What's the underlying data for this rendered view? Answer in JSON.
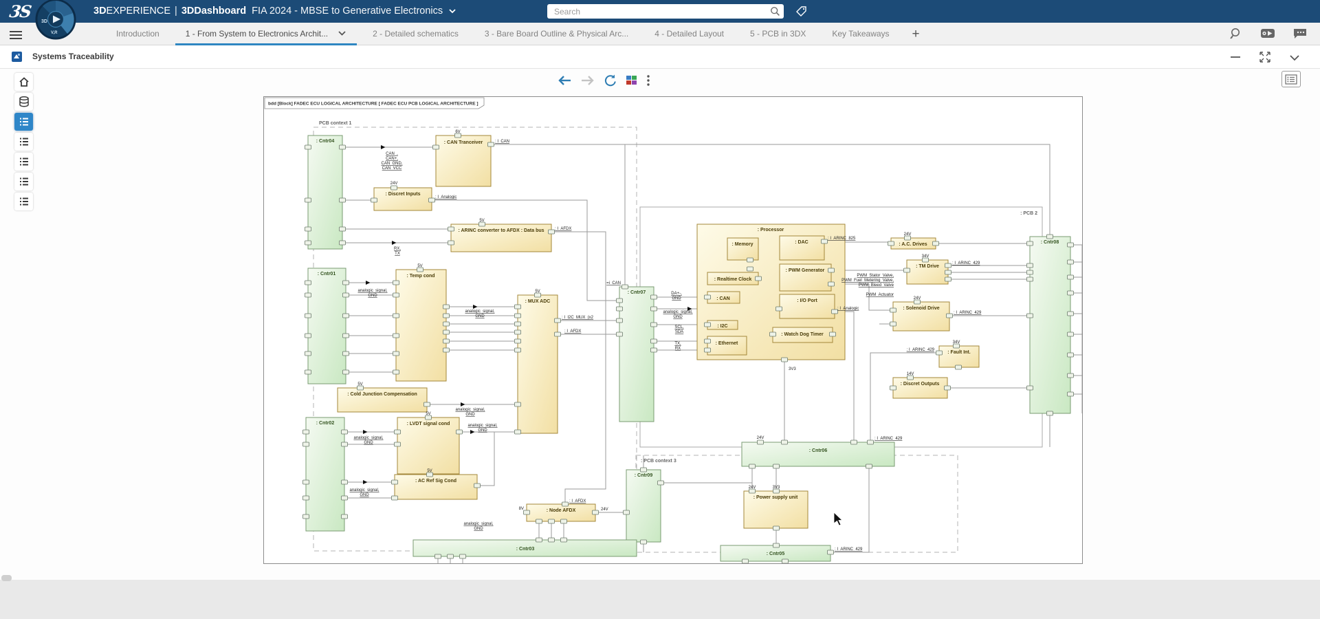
{
  "topbar": {
    "brand_prefix": "3D",
    "brand_suffix": "EXPERIENCE",
    "separator": "|",
    "app_name": "3DDashboard",
    "dashboard_title": "FIA 2024 - MBSE to Generative Electronics",
    "search_placeholder": "Search",
    "badge": {
      "left": "3D",
      "bottom": "V,R"
    }
  },
  "tabbar": {
    "tabs": [
      {
        "label": "Introduction"
      },
      {
        "label": "1 - From System to Electronics Archit...",
        "active": true
      },
      {
        "label": "2 - Detailed schematics"
      },
      {
        "label": "3 - Bare Board Outline & Physical Arc..."
      },
      {
        "label": "4 - Detailed Layout"
      },
      {
        "label": "5 - PCB in 3DX"
      },
      {
        "label": "Key Takeaways"
      }
    ],
    "add_tab_label": "+"
  },
  "widget": {
    "title": "Systems Traceability"
  },
  "icons": {
    "topbar": [
      "dassault-logo",
      "experience-badge",
      "search-icon",
      "tag-icon"
    ],
    "tabbar": [
      "hamburger-icon",
      "chevron-down-icon",
      "add-tab-icon",
      "explore-search-icon",
      "3dplay-icon",
      "comments-icon"
    ],
    "widget": [
      "widget-app-icon",
      "minimize-icon",
      "maximize-icon",
      "collapse-icon"
    ],
    "toolbar": [
      "back-icon",
      "forward-icon",
      "refresh-icon",
      "traceability-matrix-icon",
      "kebab-icon"
    ],
    "panel": [
      "list-panel-icon"
    ],
    "sidebar": [
      "home-icon",
      "database-icon",
      "list-icon",
      "list-icon",
      "list-icon",
      "list-icon",
      "list-icon"
    ]
  },
  "colors": {
    "topbar": "#1c4b77",
    "accent": "#2e7db3",
    "tab_underline": "#2e86c1",
    "tan_border": "#a3873a",
    "green_border": "#7a9b72",
    "active_item": "#2e86c8"
  },
  "diagram": {
    "title": "bdd [Block] FADEC ECU LOGICAL ARCHITECTURE [ FADEC ECU PCB LOGICAL ARCHITECTURE ]",
    "groups": {
      "pcb1": "PCB context 1",
      "pcb2": ": PCB 2",
      "pcb3": ": PCB context 3"
    },
    "blocks": {
      "cntr04": ": Cntr04",
      "cntr01": ": Cntr01",
      "cntr02": ": Cntr02",
      "cntr03": ": Cntr03",
      "cntr05": ": Cntr05",
      "cntr06": ": Cntr06",
      "cntr07": ": Cntr07",
      "cntr08": ": Cntr08",
      "cntr09": ": Cntr09",
      "can_tranceiver": ": CAN Tranceiver",
      "discret_inputs": ": Discret Inputs",
      "arinc_conv": ": ARINC converter to AFDX : Data bus",
      "temp_cond": ": Temp cond",
      "mux_adc": ": MUX ADC",
      "cold_junction": ": Cold Junction Compensation",
      "lvdt": ": LVDT signal cond",
      "ac_ref": ": AC Ref Sig Cond",
      "node_afdx": ": Node AFDX",
      "processor": ": Processor",
      "memory": ": Memory",
      "dac": ": DAC",
      "pwm_gen": ": PWM Generator",
      "rt_clock": ": Realtime Clock",
      "can": ": CAN",
      "io_port": ": I/O Port",
      "i2c": ": I2C",
      "watchdog": ": Watch Dog Timer",
      "ethernet": ": Ethernet",
      "ac_drives": ": A.C. Drives",
      "tm_drive": ": TM Drive",
      "solenoid": ": Solenoid Drive",
      "fault_int": ": Fault Int.",
      "discret_outputs": ": Discret Outputs",
      "psu": ": Power supply unit"
    },
    "labels": {
      "i_can": ": I_CAN",
      "can0": "CAN_,",
      "can1": "CAN+,",
      "can2": "CAN_GND,",
      "can3": "CAN_VCC",
      "v5": "5V",
      "v6": "6V",
      "v8": "8V",
      "v14": "14V",
      "v24": "24V",
      "v34": "34V",
      "v3v3": "3V3",
      "i_analogic": ": I_Analogic",
      "rx": "RX,",
      "tx": "TX",
      "i_afdx": ": I_AFDX",
      "an0": "analogic_signal,",
      "an1": "GND",
      "eq_i_can": "=i_CAN",
      "da0": "DA+-,",
      "da1": "GND",
      "scl": "SCL,",
      "sda": "SDA",
      "tx2": "TX,",
      "rx2": "RX",
      "i_i2c_mux": ": I_I2C_MUX_(x2",
      "i_arinc_825": ": I_ARINC_825",
      "pwm0": "PWM_Stator_Valve,",
      "pwm1": "PWM_Fuel_Metering_Valve,",
      "pwm2": "PWM_Bleed_Valve",
      "pwm_act": "PWM_Actuator",
      "i_arinc_429": ": I_ARINC_429"
    }
  }
}
